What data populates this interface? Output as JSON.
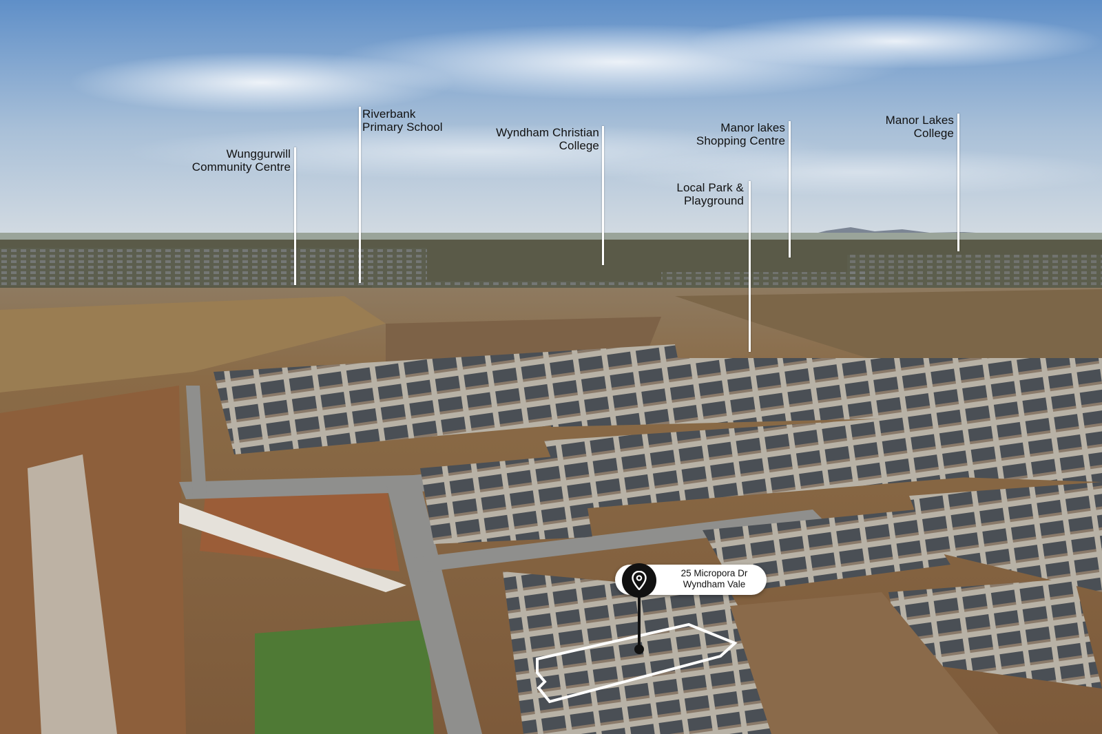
{
  "points_of_interest": [
    {
      "id": "wunggurwill",
      "label": "Wunggurwill\nCommunity Centre"
    },
    {
      "id": "riverbank",
      "label": "Riverbank\nPrimary School"
    },
    {
      "id": "wyndham-christian",
      "label": "Wyndham Christian\nCollege"
    },
    {
      "id": "local-park",
      "label": "Local Park &\nPlayground"
    },
    {
      "id": "manor-lakes-shopping",
      "label": "Manor lakes\nShopping Centre"
    },
    {
      "id": "manor-lakes-college",
      "label": "Manor Lakes\nCollege"
    }
  ],
  "property": {
    "address": "25 Micropora Dr\nWyndham Vale",
    "icon": "location-pin-icon",
    "pin_color": "#111111",
    "outline_color": "#ffffff"
  },
  "colors": {
    "sky_top": "#6f98c9",
    "sky_bottom": "#c9d6e2",
    "land": "#8a6f4c",
    "road": "#9a9a98",
    "roof": "#4c5156"
  }
}
